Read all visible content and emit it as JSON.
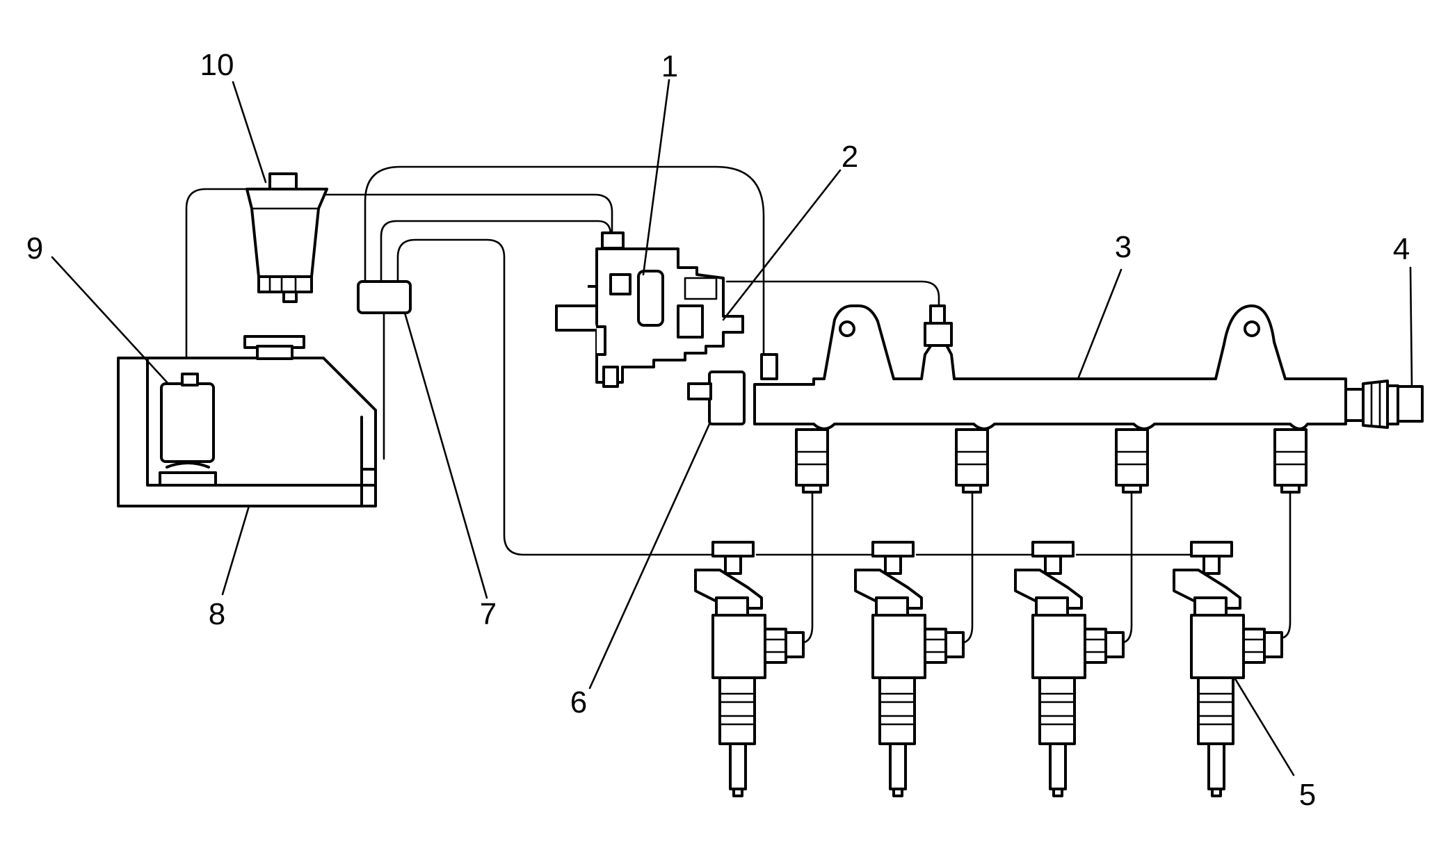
{
  "figure": {
    "type": "exploded-schematic",
    "background": "#ffffff",
    "line_color": "#000000"
  },
  "callouts": {
    "c1": "1",
    "c2": "2",
    "c3": "3",
    "c4": "4",
    "c5": "5",
    "c6": "6",
    "c7": "7",
    "c8": "8",
    "c9": "9",
    "c10": "10"
  }
}
